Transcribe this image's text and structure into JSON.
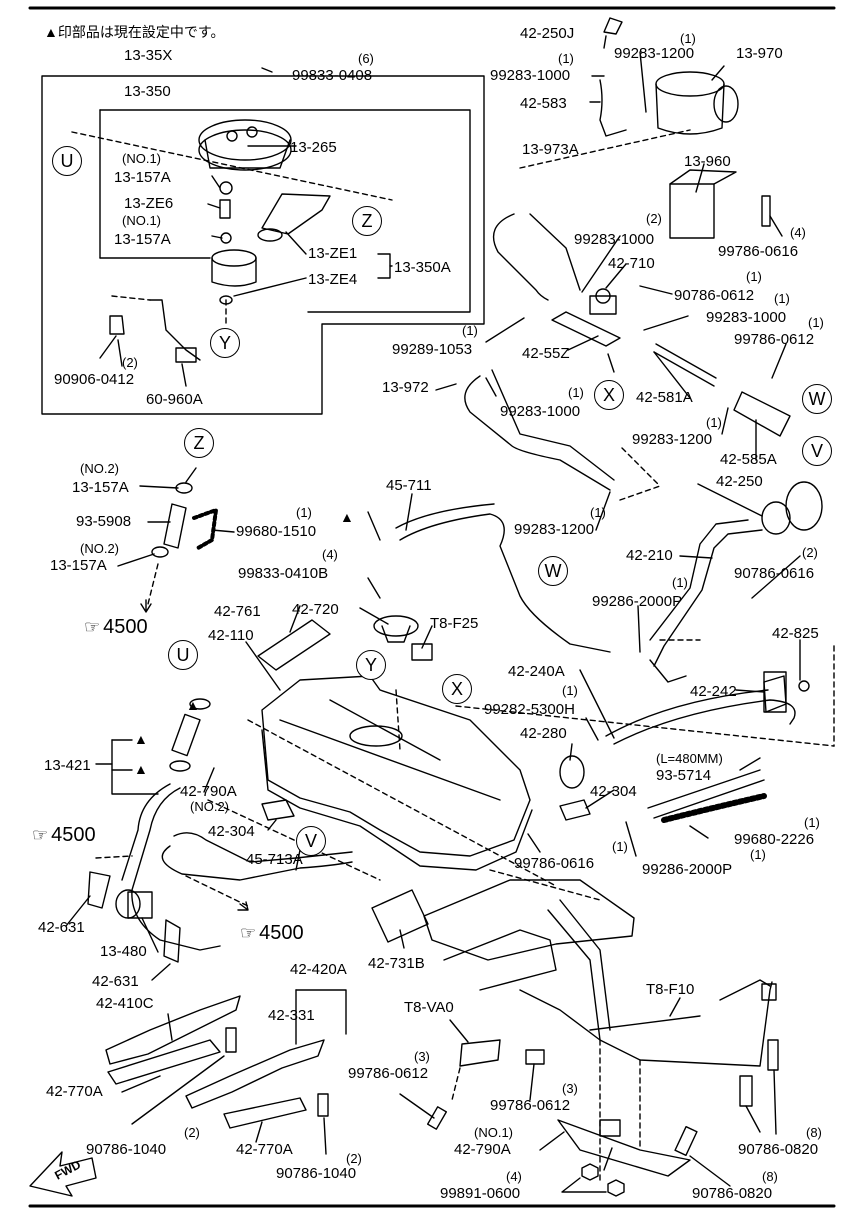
{
  "note": "▲印部品は現在設定中です。",
  "callouts": {
    "U": "U",
    "Z": "Z",
    "Y": "Y",
    "X": "X",
    "W": "W",
    "V": "V"
  },
  "refs": {
    "page": "4500",
    "hand_icon": "pointing-hand-icon"
  },
  "fwd": "FWD",
  "parts": {
    "p13_35X": "13-35X",
    "p13_350": "13-350",
    "p60_960A": "60-960A",
    "p99833_0408": "99833-0408",
    "p13_265": "13-265",
    "p13_157A_no1_a": "13-157A",
    "p13_ZE6": "13-ZE6",
    "p13_157A_no1_b": "13-157A",
    "p13_ZE1": "13-ZE1",
    "p13_ZE4": "13-ZE4",
    "p13_350A": "13-350A",
    "p90906_0412": "90906-0412",
    "p42_250J": "42-250J",
    "p99283_1200_a": "99283-1200",
    "p13_970": "13-970",
    "p99283_1000_a": "99283-1000",
    "p42_583": "42-583",
    "p13_973A": "13-973A",
    "p13_960": "13-960",
    "p99786_0616_a": "99786-0616",
    "p99283_1000_b": "99283-1000",
    "p42_710": "42-710",
    "p90786_0612_a": "90786-0612",
    "p99283_1000_c": "99283-1000",
    "p99786_0612": "99786-0612",
    "p99289_1053": "99289-1053",
    "p42_55Z": "42-55Z",
    "p13_972": "13-972",
    "p99283_1000_d": "99283-1000",
    "p42_581A": "42-581A",
    "p99283_1200_b": "99283-1200",
    "p42_585A": "42-585A",
    "p13_157A_no2_a": "13-157A",
    "p93_5908": "93-5908",
    "p99680_1510": "99680-1510",
    "p13_157A_no2_b": "13-157A",
    "p45_711": "45-711",
    "p99283_1200_c": "99283-1200",
    "p42_250": "42-250",
    "p42_210": "42-210",
    "p90786_0616": "90786-0616",
    "p99833_0410B": "99833-0410B",
    "p99286_2000P_a": "99286-2000P",
    "p42_761": "42-761",
    "p42_720": "42-720",
    "pT8_F25": "T8-F25",
    "p42_110": "42-110",
    "p42_825": "42-825",
    "p42_240A": "42-240A",
    "p42_242": "42-242",
    "p99282_5300H": "99282-5300H",
    "p42_280": "42-280",
    "pL480": "(L=480MM)",
    "p93_5714": "93-5714",
    "p13_421": "13-421",
    "p42_790A_no2": "42-790A",
    "p42_304_a": "42-304",
    "p42_304_b": "42-304",
    "p99680_2226": "99680-2226",
    "p99786_0616_b": "99786-0616",
    "p99286_2000P_b": "99286-2000P",
    "p45_713A": "45-713A",
    "p42_631_a": "42-631",
    "p13_480": "13-480",
    "p42_631_b": "42-631",
    "p42_731B": "42-731B",
    "p42_420A": "42-420A",
    "p42_410C": "42-410C",
    "p42_331": "42-331",
    "pT8_F10": "T8-F10",
    "pT8_VA0": "T8-VA0",
    "p42_770A_a": "42-770A",
    "p99786_0612_b": "99786-0612",
    "p99786_0612_c": "99786-0612",
    "p90786_1040_a": "90786-1040",
    "p42_770A_b": "42-770A",
    "p90786_1040_b": "90786-1040",
    "p42_790A_no1": "42-790A",
    "p90786_0820_a": "90786-0820",
    "p99891_0600": "99891-0600",
    "p90786_0820_b": "90786-0820"
  },
  "quantities": {
    "q6": "(6)",
    "q1": "(1)",
    "q2": "(2)",
    "q3": "(3)",
    "q4": "(4)",
    "q8": "(8)",
    "no1": "(NO.1)",
    "no2": "(NO.2)"
  },
  "warn_symbol": "▲"
}
